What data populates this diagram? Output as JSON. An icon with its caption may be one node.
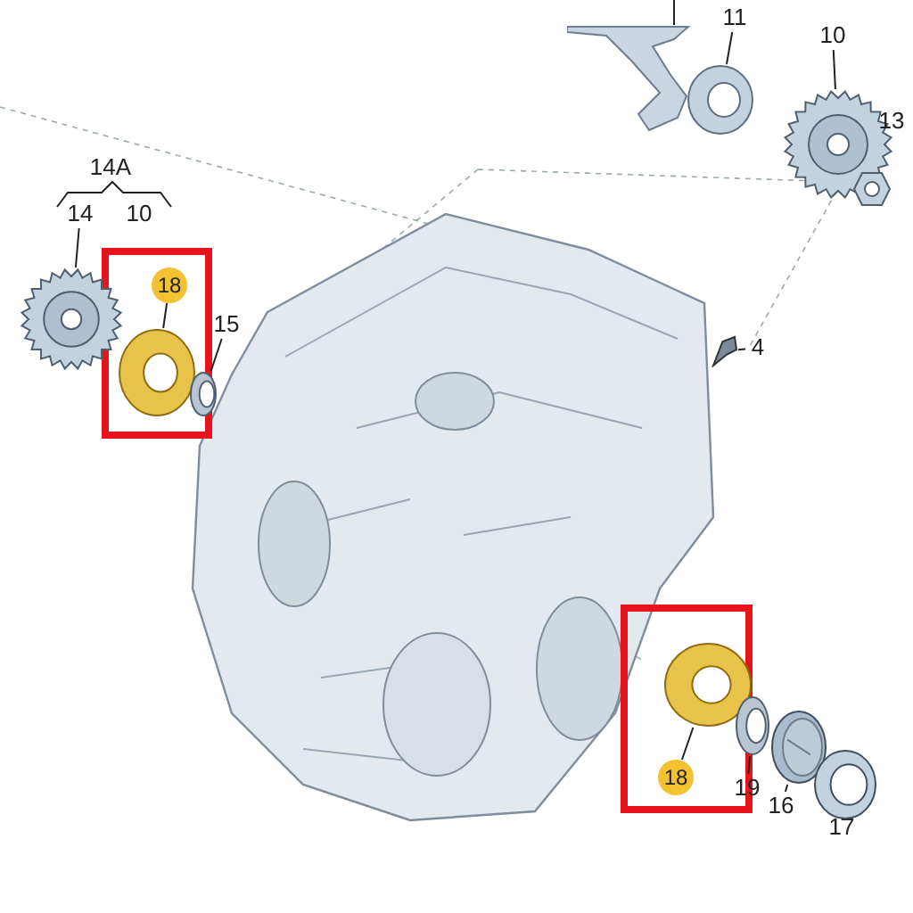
{
  "diagram": {
    "nodes": [
      {
        "text": [
          "11"
        ]
      },
      {
        "text": [],
        "shape": "picture"
      },
      {
        "text": [
          "10"
        ]
      },
      {
        "text": [],
        "shape": "picture"
      },
      {
        "text": [
          "13"
        ]
      },
      {
        "text": [],
        "shape": "picture"
      },
      {
        "text": [
          "14"
        ]
      },
      {
        "text": [],
        "shape": "picture"
      },
      {
        "text": [
          "18"
        ]
      },
      {
        "text": [],
        "shape": "picture"
      },
      {
        "text": [
          "15"
        ]
      },
      {
        "text": [],
        "shape": "picture"
      },
      {
        "text": [
          "4"
        ]
      },
      {
        "text": [],
        "shape": "picture"
      },
      {
        "text": [
          "18"
        ]
      },
      {
        "text": [],
        "shape": "picture"
      },
      {
        "text": [
          "19"
        ]
      },
      {
        "text": [],
        "shape": "picture"
      },
      {
        "text": [
          "16"
        ]
      },
      {
        "text": [],
        "shape": "picture"
      },
      {
        "text": [
          "17"
        ]
      },
      {
        "text": [],
        "shape": "picture"
      },
      {
        "text": [],
        "shape": "picture"
      }
    ],
    "edges": [
      {
        "from": 0,
        "to": 1,
        "arrow": "none"
      },
      {
        "from": 2,
        "to": 3,
        "arrow": "none"
      },
      {
        "from": 4,
        "to": 5,
        "arrow": "none"
      },
      {
        "from": 6,
        "to": 7,
        "arrow": "none"
      },
      {
        "from": 8,
        "to": 9,
        "arrow": "none"
      },
      {
        "from": 10,
        "to": 11,
        "arrow": "none"
      },
      {
        "from": 12,
        "to": 13,
        "arrow": "none"
      },
      {
        "from": 14,
        "to": 15,
        "arrow": "none"
      },
      {
        "from": 16,
        "to": 17,
        "arrow": "none"
      },
      {
        "from": 18,
        "to": 19,
        "arrow": "none"
      },
      {
        "from": 20,
        "to": 21,
        "arrow": "none"
      },
      {
        "from": null,
        "to": 22,
        "arrow": "none"
      }
    ],
    "labels": [
      "14A",
      "10"
    ]
  }
}
